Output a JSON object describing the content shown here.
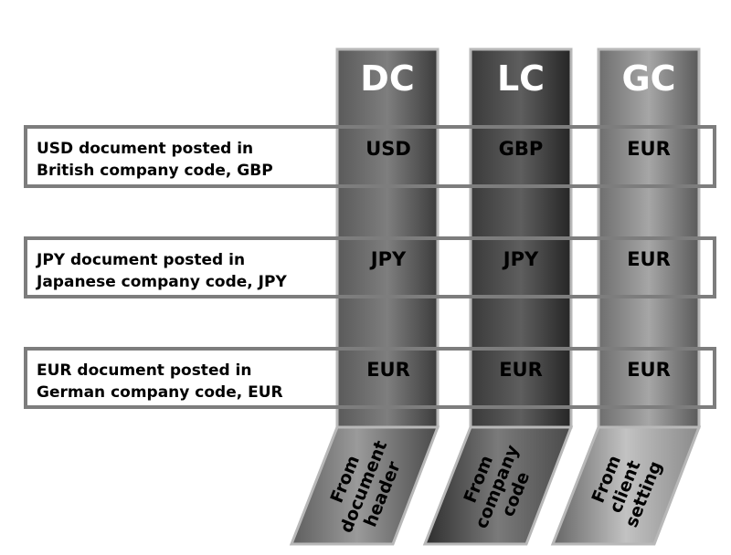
{
  "columns": [
    {
      "code": "DC",
      "source": [
        "From",
        "document",
        "header"
      ]
    },
    {
      "code": "LC",
      "source": [
        "From",
        "company",
        "code"
      ]
    },
    {
      "code": "GC",
      "source": [
        "From",
        "client",
        "setting"
      ]
    }
  ],
  "rows": [
    {
      "lines": [
        "USD document posted in",
        "British company code, GBP"
      ],
      "values": [
        "USD",
        "GBP",
        "EUR"
      ]
    },
    {
      "lines": [
        "JPY document posted in",
        "Japanese company code, JPY"
      ],
      "values": [
        "JPY",
        "JPY",
        "EUR"
      ]
    },
    {
      "lines": [
        "EUR document posted in",
        "German company code, EUR"
      ],
      "values": [
        "EUR",
        "EUR",
        "EUR"
      ]
    }
  ],
  "colors": {
    "dc_column_dark": "#4a4a4a",
    "dc_column_light": "#7a7a7a",
    "lc_column_dark": "#2a2a2a",
    "lc_column_light": "#606060",
    "gc_column_dark": "#6a6a6a",
    "gc_column_light": "#a8a8a8",
    "column_border": "#b8b8b8",
    "row_border": "#7d7d7d"
  }
}
